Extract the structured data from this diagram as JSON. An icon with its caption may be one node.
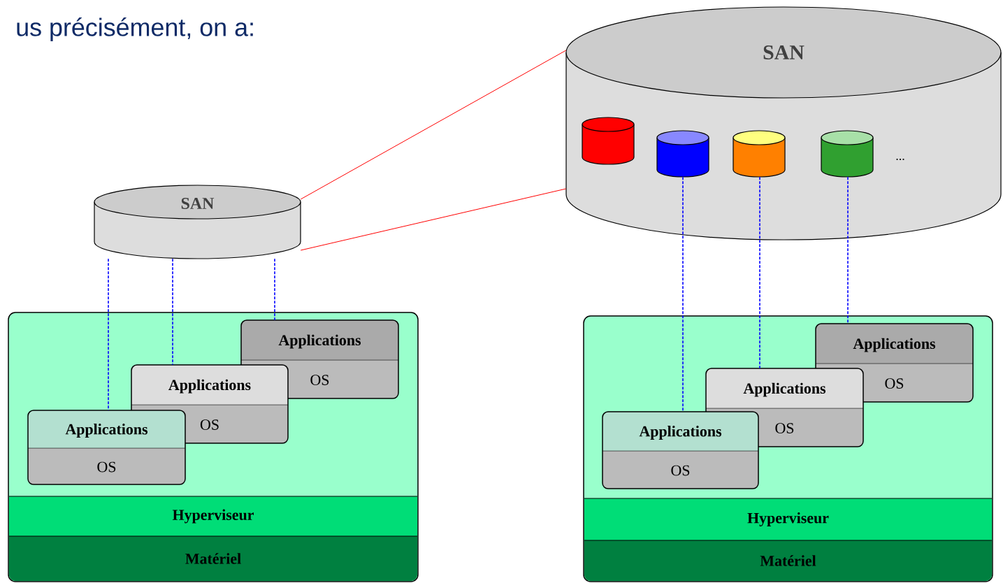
{
  "diagram": {
    "title": "us précisément, on a:",
    "nodes": [
      {
        "text": [
          "SAN"
        ]
      },
      {
        "text": [
          "SAN",
          "..."
        ]
      },
      {
        "text": [],
        "shape": "cylinder",
        "in": 1
      },
      {
        "text": [],
        "shape": "cylinder",
        "in": 1
      },
      {
        "text": [],
        "shape": "cylinder",
        "in": 1
      },
      {
        "text": [],
        "shape": "cylinder",
        "in": 1
      },
      {
        "text": [],
        "shape": "box"
      },
      {
        "text": [
          "Applications",
          "OS"
        ],
        "in": 6
      },
      {
        "text": [
          "Applications",
          "OS"
        ],
        "in": 6
      },
      {
        "text": [
          "Applications",
          "OS"
        ],
        "in": 6
      },
      {
        "text": [
          "Hyperviseur"
        ],
        "in": 6
      },
      {
        "text": [
          "Matériel"
        ],
        "in": 6
      },
      {
        "text": [],
        "shape": "box"
      },
      {
        "text": [
          "Applications",
          "OS"
        ],
        "in": 12
      },
      {
        "text": [
          "Applications",
          "OS"
        ],
        "in": 12
      },
      {
        "text": [
          "Applications",
          "OS"
        ],
        "in": 12
      },
      {
        "text": [
          "Hyperviseur"
        ],
        "in": 12
      },
      {
        "text": [
          "Matériel"
        ],
        "in": 12
      }
    ],
    "edges": [
      {
        "from": 0,
        "to": 9,
        "arrow": "none",
        "style": "dashed",
        "color": "#0000ff"
      },
      {
        "from": 0,
        "to": 8,
        "arrow": "none",
        "style": "dashed",
        "color": "#0000ff"
      },
      {
        "from": 0,
        "to": 7,
        "arrow": "none",
        "style": "dashed",
        "color": "#0000ff"
      },
      {
        "from": 0,
        "to": 1,
        "arrow": "none",
        "color": "#ff0000"
      },
      {
        "from": 0,
        "to": 1,
        "arrow": "none",
        "color": "#ff0000"
      },
      {
        "from": 3,
        "to": 15,
        "arrow": "none",
        "style": "dashed",
        "color": "#0000ff"
      },
      {
        "from": 4,
        "to": 14,
        "arrow": "none",
        "style": "dashed",
        "color": "#0000ff"
      },
      {
        "from": 5,
        "to": 13,
        "arrow": "none",
        "style": "dashed",
        "color": "#0000ff"
      }
    ]
  }
}
